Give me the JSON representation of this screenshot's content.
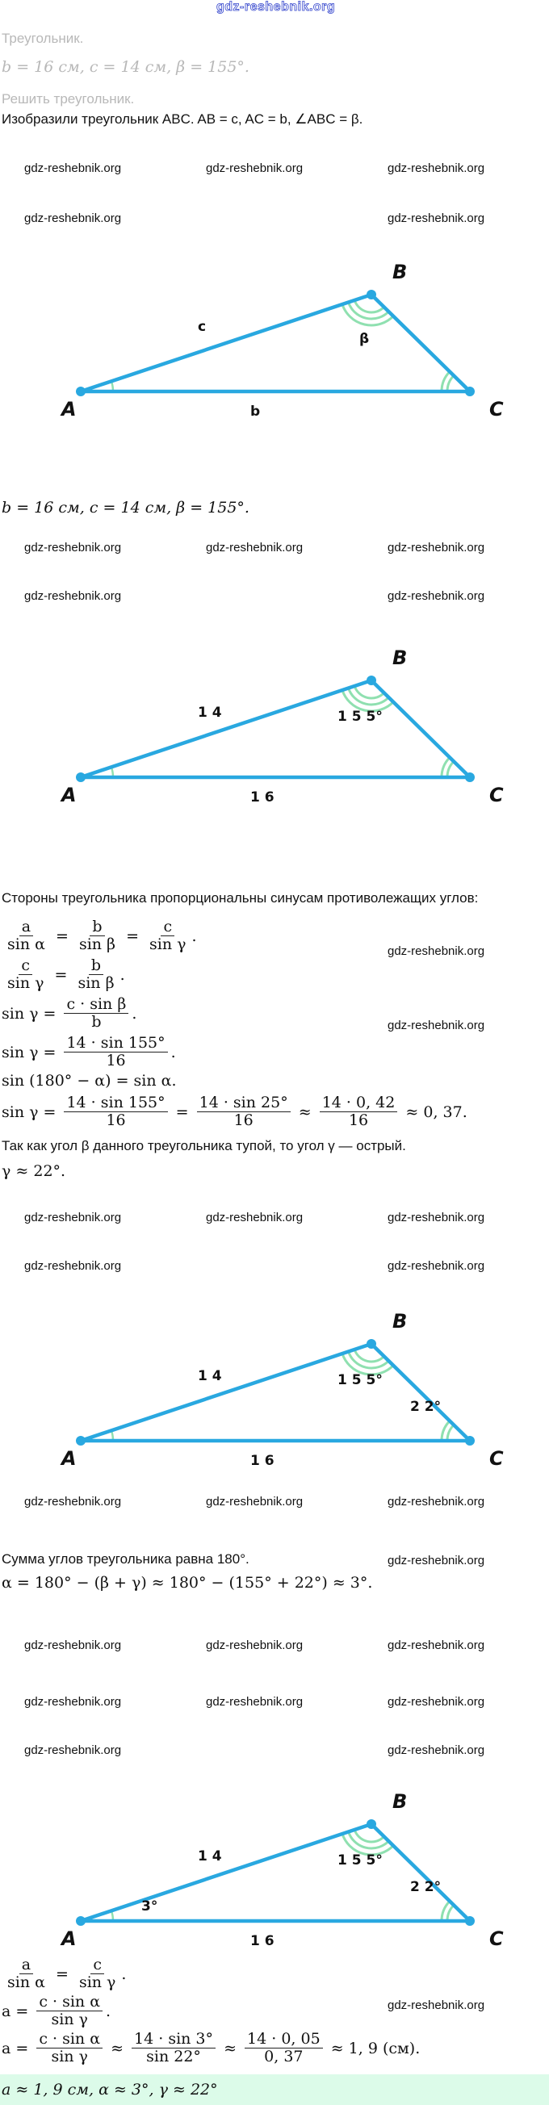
{
  "watermark": "gdz-reshebnik.org",
  "header": {
    "title": "Треугольник.",
    "given": "b = 16 см, c = 14 см, β = 155°.",
    "task": "Решить треугольник."
  },
  "intro": "Изобразили треугольник ABC. AB = c, AC = b, ∠ABC = β.",
  "diagrams": [
    {
      "A": "A",
      "B": "B",
      "C": "C",
      "side_c": "c",
      "side_b": "b",
      "angle_B": "β",
      "angle_A": "",
      "angle_C": ""
    },
    {
      "A": "A",
      "B": "B",
      "C": "C",
      "side_c": "1 4",
      "side_b": "1 6",
      "angle_B": "1 5 5°",
      "angle_A": "",
      "angle_C": ""
    },
    {
      "A": "A",
      "B": "B",
      "C": "C",
      "side_c": "1 4",
      "side_b": "1 6",
      "angle_B": "1 5 5°",
      "angle_A": "",
      "angle_C": "2 2°"
    },
    {
      "A": "A",
      "B": "B",
      "C": "C",
      "side_c": "1 4",
      "side_b": "1 6",
      "angle_B": "1 5 5°",
      "angle_A": "3°",
      "angle_C": "2 2°"
    }
  ],
  "given_repeat": "b = 16 см, c = 14 см, β = 155°.",
  "law_of_sines_text": "Стороны треугольника пропорциональны синусам противолежащих углов:",
  "formulas": {
    "f1": [
      {
        "n": "a",
        "d": "sin α"
      },
      " = ",
      {
        "n": "b",
        "d": "sin β"
      },
      " = ",
      {
        "n": "c",
        "d": "sin γ"
      },
      "."
    ],
    "f2": [
      {
        "n": "c",
        "d": "sin γ"
      },
      " = ",
      {
        "n": "b",
        "d": "sin β"
      },
      "."
    ],
    "f3": [
      "sin γ = ",
      {
        "n": "c · sin β",
        "d": "b"
      },
      "."
    ],
    "f4": [
      "sin γ = ",
      {
        "n": "14 · sin 155°",
        "d": "16"
      },
      "."
    ],
    "f5": [
      "sin (180° − α) = sin α."
    ],
    "f6": [
      "sin γ = ",
      {
        "n": "14 · sin 155°",
        "d": "16"
      },
      " = ",
      {
        "n": "14 · sin 25°",
        "d": "16"
      },
      " ≈ ",
      {
        "n": "14 · 0, 42",
        "d": "16"
      },
      " ≈ 0, 37."
    ],
    "f7": [
      "γ ≈ 22°."
    ],
    "f8": [
      "α = 180° − (β + γ) ≈ 180° − (155° + 22°) ≈ 3°."
    ],
    "f9": [
      {
        "n": "a",
        "d": "sin α"
      },
      " = ",
      {
        "n": "c",
        "d": "sin γ"
      },
      "."
    ],
    "f10": [
      "a = ",
      {
        "n": "c · sin α",
        "d": "sin γ"
      },
      "."
    ],
    "f11": [
      "a = ",
      {
        "n": "c · sin α",
        "d": "sin γ"
      },
      " ≈ ",
      {
        "n": "14 · sin 3°",
        "d": "sin 22°"
      },
      " ≈ ",
      {
        "n": "14 · 0, 05",
        "d": "0, 37"
      },
      " ≈ 1, 9 (см)."
    ]
  },
  "obtuse_text": "Так как угол β данного треугольника тупой, то угол γ — острый.",
  "angle_sum_text": "Сумма углов треугольника равна 180°.",
  "answer": "a ≈ 1, 9 см, α ≈ 3°, γ ≈ 22°",
  "colors": {
    "line": "#29a8e0",
    "arc": "#8fe0b0",
    "answer_bg": "#dcfbe9",
    "watermark_head": "#3344cc"
  }
}
